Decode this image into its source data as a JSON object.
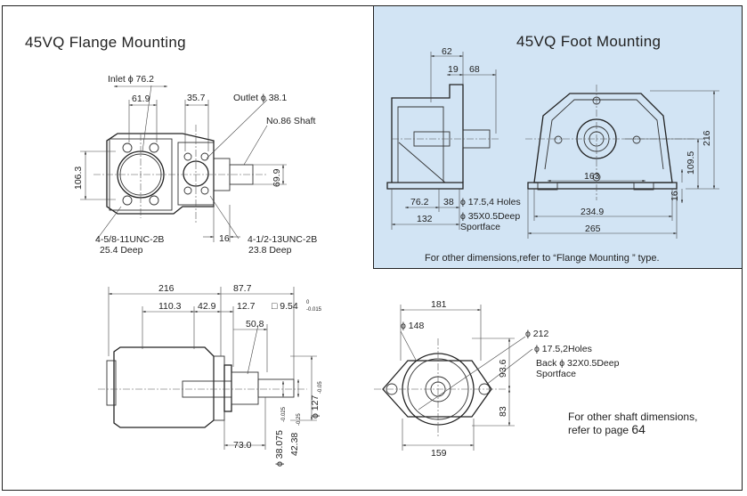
{
  "titles": {
    "flange": "45VQ Flange Mounting",
    "foot": "45VQ Foot Mounting"
  },
  "flange_top": {
    "inlet": "Inlet ϕ 76.2",
    "dim_61_9": "61.9",
    "dim_35_7": "35.7",
    "outlet": "Outlet ϕ 38.1",
    "shaft": "No.86 Shaft",
    "dim_106_3": "106.3",
    "dim_69_9": "69.9",
    "dim_16": "16",
    "thread1_a": "4-5/8-11UNC-2B",
    "thread1_b": "25.4 Deep",
    "thread2_a": "4-1/2-13UNC-2B",
    "thread2_b": "23.8 Deep"
  },
  "foot_mount": {
    "dim_62": "62",
    "dim_19": "19",
    "dim_68": "68",
    "dim_76_2": "76.2",
    "dim_38": "38",
    "dim_132": "132",
    "holes": "ϕ 17.5,4 Holes",
    "spotface_a": "ϕ 35X0.5Deep",
    "spotface_b": "Sportface",
    "dim_216": "216",
    "dim_109_5": "109.5",
    "dim_16": "16",
    "dim_163": "163",
    "dim_234_9": "234.9",
    "dim_265": "265",
    "note": "For other  dimensions,refer to “Flange Mounting ” type."
  },
  "side_view": {
    "dim_216": "216",
    "dim_87_7": "87.7",
    "dim_110_3": "110.3",
    "dim_42_9": "42.9",
    "dim_12_7": "12.7",
    "key": "□ 9.54",
    "key_tol_top": "0",
    "key_tol_bot": "-0.015",
    "dim_50_8": "50.8",
    "dim_127": "ϕ 127",
    "tol_127": "-0.05",
    "dim_73": "73.0",
    "dim_38_075": "ϕ 38.075",
    "tol_38": "-0.025",
    "dim_42_38": "42.38",
    "tol_42": "-0.25"
  },
  "end_view": {
    "dim_181": "181",
    "dim_148": "ϕ 148",
    "dim_212": "ϕ 212",
    "holes_a": "ϕ 17.5,2Holes",
    "holes_b": "Back ϕ 32X0.5Deep",
    "holes_c": "Sportface",
    "dim_93_6": "93.6",
    "dim_83": "83",
    "dim_159": "159"
  },
  "shaft_note": {
    "line1": "For other shaft dimensions,",
    "line2": "refer to page ",
    "page": "64"
  }
}
